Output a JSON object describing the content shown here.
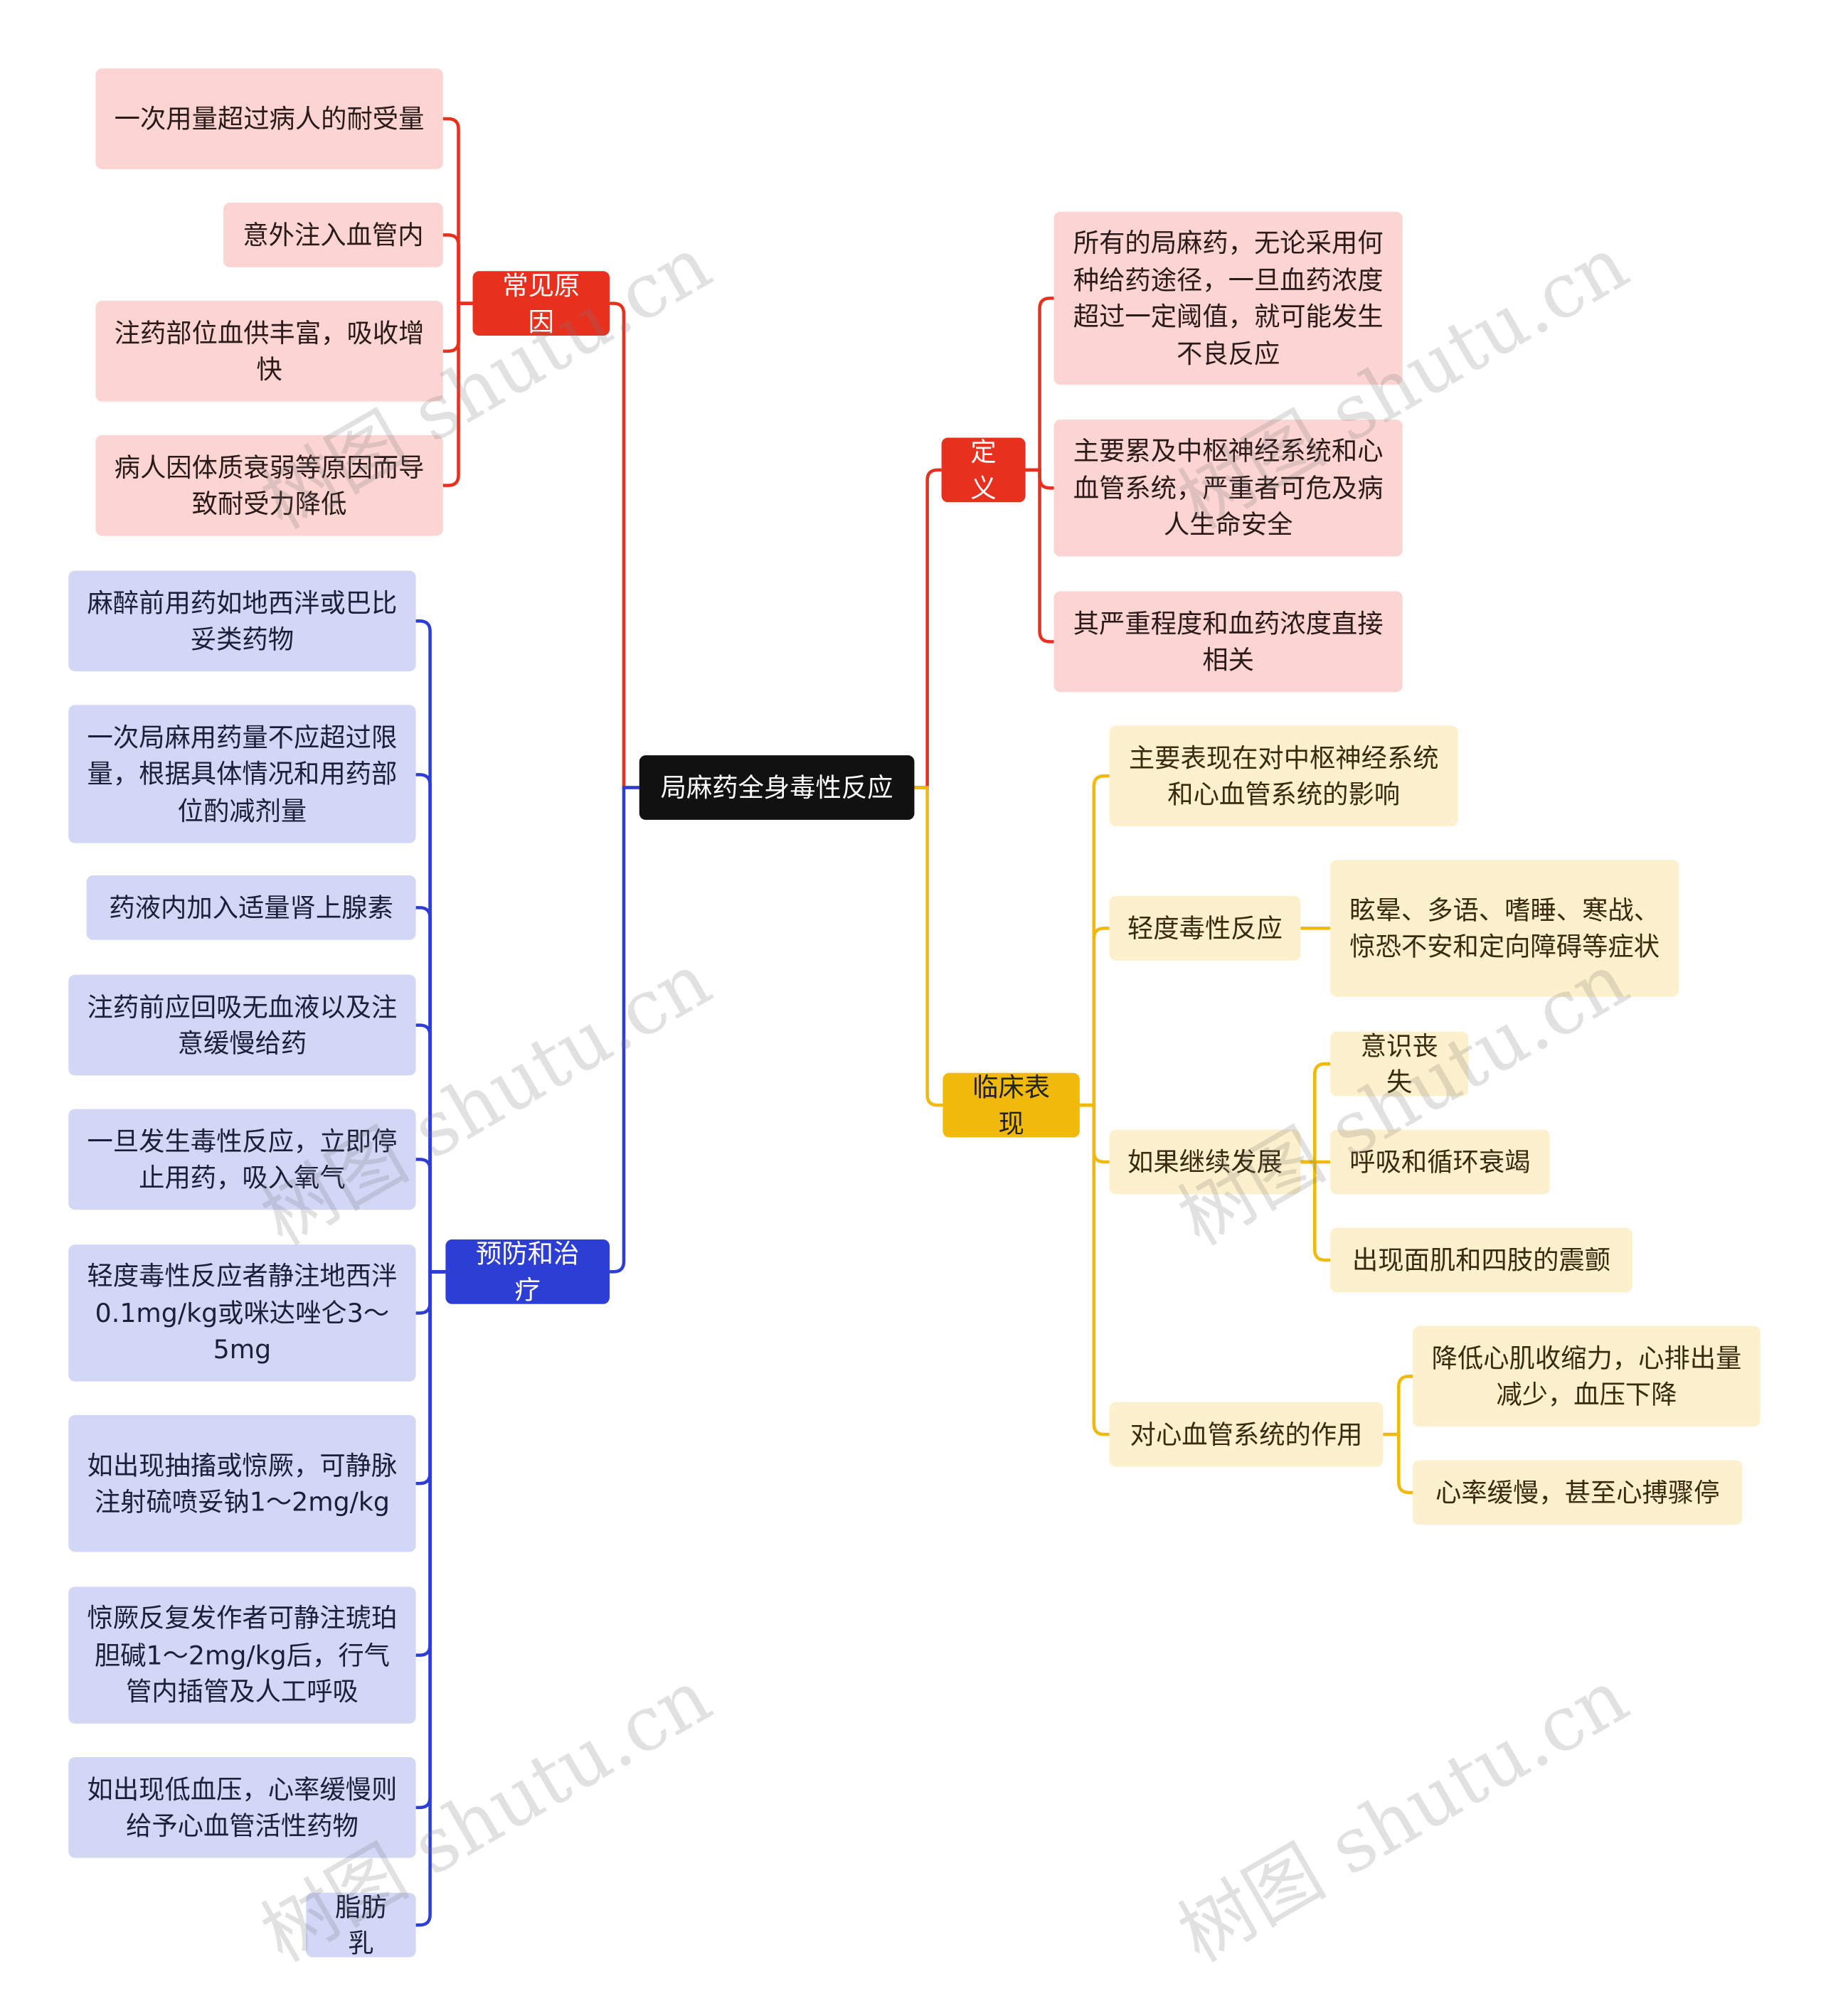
{
  "root": "局麻药全身毒性反应",
  "causes": {
    "label": "常见原因",
    "items": [
      "一次用量超过病人的耐受量",
      "意外注入血管内",
      "注药部位血供丰富，吸收增快",
      "病人因体质衰弱等原因而导致耐受力降低"
    ]
  },
  "prevention": {
    "label": "预防和治疗",
    "items": [
      "麻醉前用药如地西泮或巴比妥类药物",
      "一次局麻用药量不应超过限量，根据具体情况和用药部位酌减剂量",
      "药液内加入适量肾上腺素",
      "注药前应回吸无血液以及注意缓慢给药",
      "一旦发生毒性反应，立即停止用药，吸入氧气",
      "轻度毒性反应者静注地西泮0.1mg/kg或咪达唑仑3～5mg",
      "如出现抽搐或惊厥，可静脉注射硫喷妥钠1～2mg/kg",
      "惊厥反复发作者可静注琥珀胆碱1～2mg/kg后，行气管内插管及人工呼吸",
      "如出现低血压，心率缓慢则给予心血管活性药物",
      "脂肪乳"
    ]
  },
  "definition": {
    "label": "定义",
    "items": [
      "所有的局麻药，无论采用何种给药途径，一旦血药浓度超过一定阈值，就可能发生不良反应",
      "主要累及中枢神经系统和心血管系统，严重者可危及病人生命安全",
      "其严重程度和血药浓度直接相关"
    ]
  },
  "clinical": {
    "label": "临床表现",
    "main": "主要表现在对中枢神经系统和心血管系统的影响",
    "mild": {
      "label": "轻度毒性反应",
      "detail": "眩晕、多语、嗜睡、寒战、惊恐不安和定向障碍等症状"
    },
    "progress": {
      "label": "如果继续发展",
      "items": [
        "意识丧失",
        "呼吸和循环衰竭",
        "出现面肌和四肢的震颤"
      ]
    },
    "cardio": {
      "label": "对心血管系统的作用",
      "items": [
        "降低心肌收缩力，心排出量减少，血压下降",
        "心率缓慢，甚至心搏骤停"
      ]
    }
  },
  "watermark": "树图 shutu.cn",
  "colors": {
    "red": "#e8301f",
    "blue": "#2c3ed3",
    "yellow": "#f0b90c"
  }
}
